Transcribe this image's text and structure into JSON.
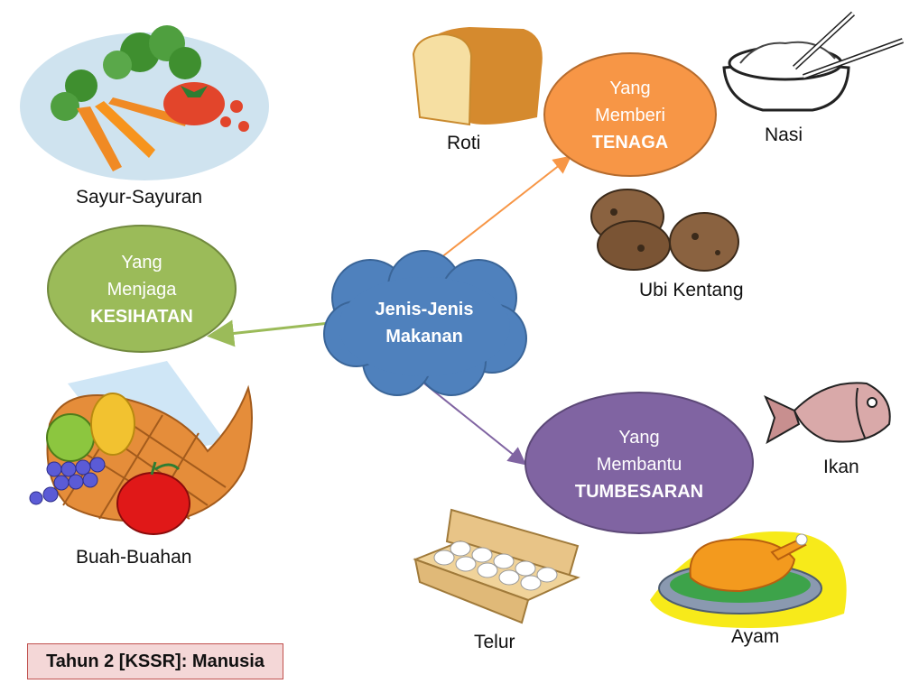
{
  "center": {
    "line1": "Jenis-Jenis",
    "line2": "Makanan"
  },
  "nodes": {
    "tenaga": {
      "line1": "Yang",
      "line2": "Memberi",
      "line3": "TENAGA",
      "color": "#f79646"
    },
    "kesihatan": {
      "line1": "Yang",
      "line2": "Menjaga",
      "line3": "KESIHATAN",
      "color": "#9bbb59"
    },
    "tumbesaran": {
      "line1": "Yang",
      "line2": "Membantu",
      "line3": "TUMBESARAN",
      "color": "#8064a2"
    }
  },
  "foods": {
    "roti": "Roti",
    "nasi": "Nasi",
    "ubi_kentang": "Ubi Kentang",
    "sayur": "Sayur-Sayuran",
    "buah": "Buah-Buahan",
    "ikan": "Ikan",
    "telur": "Telur",
    "ayam": "Ayam"
  },
  "footer": "Tahun 2 [KSSR]: Manusia",
  "colors": {
    "center": "#4f81bd",
    "center_border": "#3a6598"
  }
}
